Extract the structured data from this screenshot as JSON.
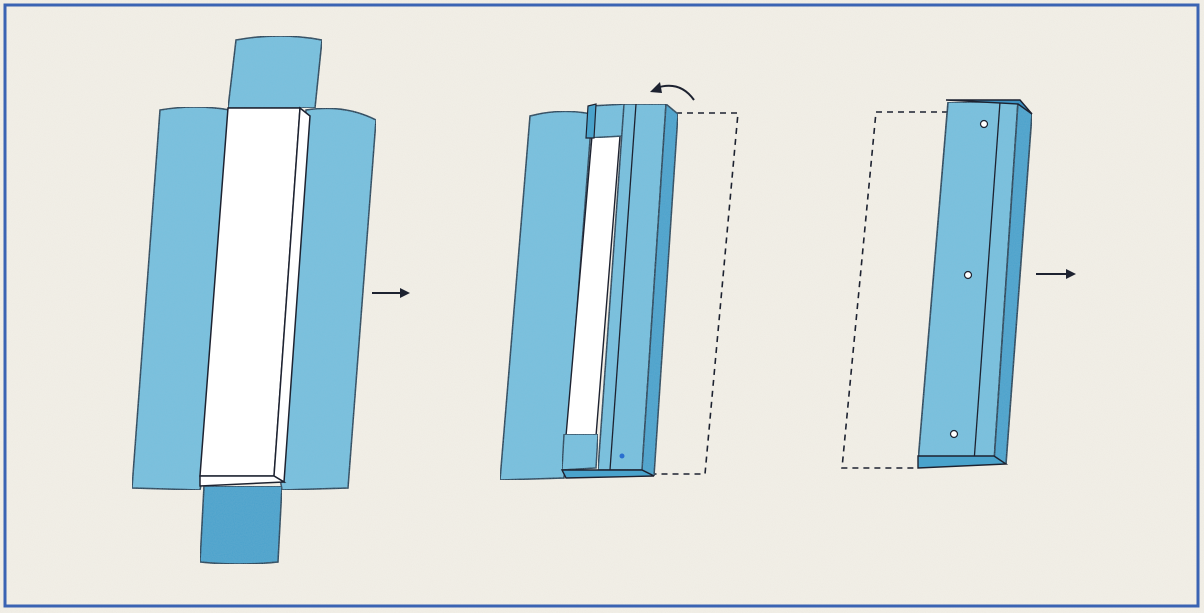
{
  "figure": {
    "steps": [
      {
        "id": "step-1",
        "description_icon": "wrap-around-block"
      },
      {
        "id": "step-2",
        "description_icon": "fold-over-block"
      },
      {
        "id": "step-3",
        "description_icon": "finished-wrapped-block"
      }
    ],
    "arrows": [
      {
        "from": "step-1",
        "to": "step-2",
        "icon": "arrow-right-icon"
      },
      {
        "from": "step-3",
        "to": "next",
        "icon": "arrow-right-icon"
      }
    ],
    "fold_arrow_icon": "curved-arrow-icon"
  },
  "colors": {
    "background": "#f4f1e9",
    "border": "#3a63b3",
    "paper_blue": "#7cc3df",
    "paper_blue_dark": "#4aa3cc",
    "paper_blue_deep": "#3c8fc0",
    "outline": "#1d2230",
    "block_white": "#ffffff"
  }
}
